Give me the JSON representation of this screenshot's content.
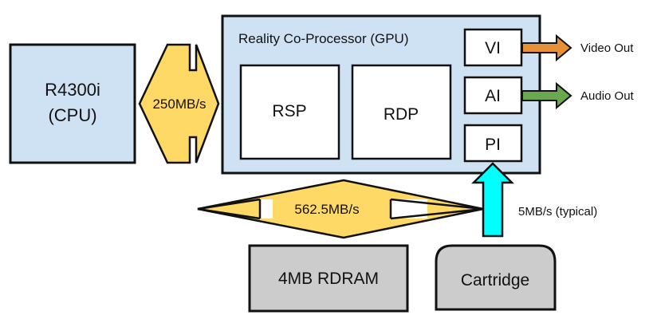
{
  "cpu": {
    "line1": "R4300i",
    "line2": "(CPU)"
  },
  "rcp": {
    "title": "Reality Co-Processor (GPU)"
  },
  "rsp": {
    "label": "RSP"
  },
  "rdp": {
    "label": "RDP"
  },
  "vi": {
    "label": "VI"
  },
  "ai": {
    "label": "AI"
  },
  "pi": {
    "label": "PI"
  },
  "rdram": {
    "label": "4MB RDRAM"
  },
  "cartridge": {
    "label": "Cartridge"
  },
  "links": {
    "cpu_rcp": "250MB/s",
    "rcp_rdram": "562.5MB/s",
    "cart_pi": "5MB/s (typical)",
    "video_out": "Video Out",
    "audio_out": "Audio Out"
  },
  "colors": {
    "blue_box": "#cfe2f3",
    "gray_box": "#cccccc",
    "bus_arrow": "#ffd966",
    "video_arrow": "#e69138",
    "audio_arrow": "#6aa84f",
    "cart_arrow": "#00ffff"
  }
}
